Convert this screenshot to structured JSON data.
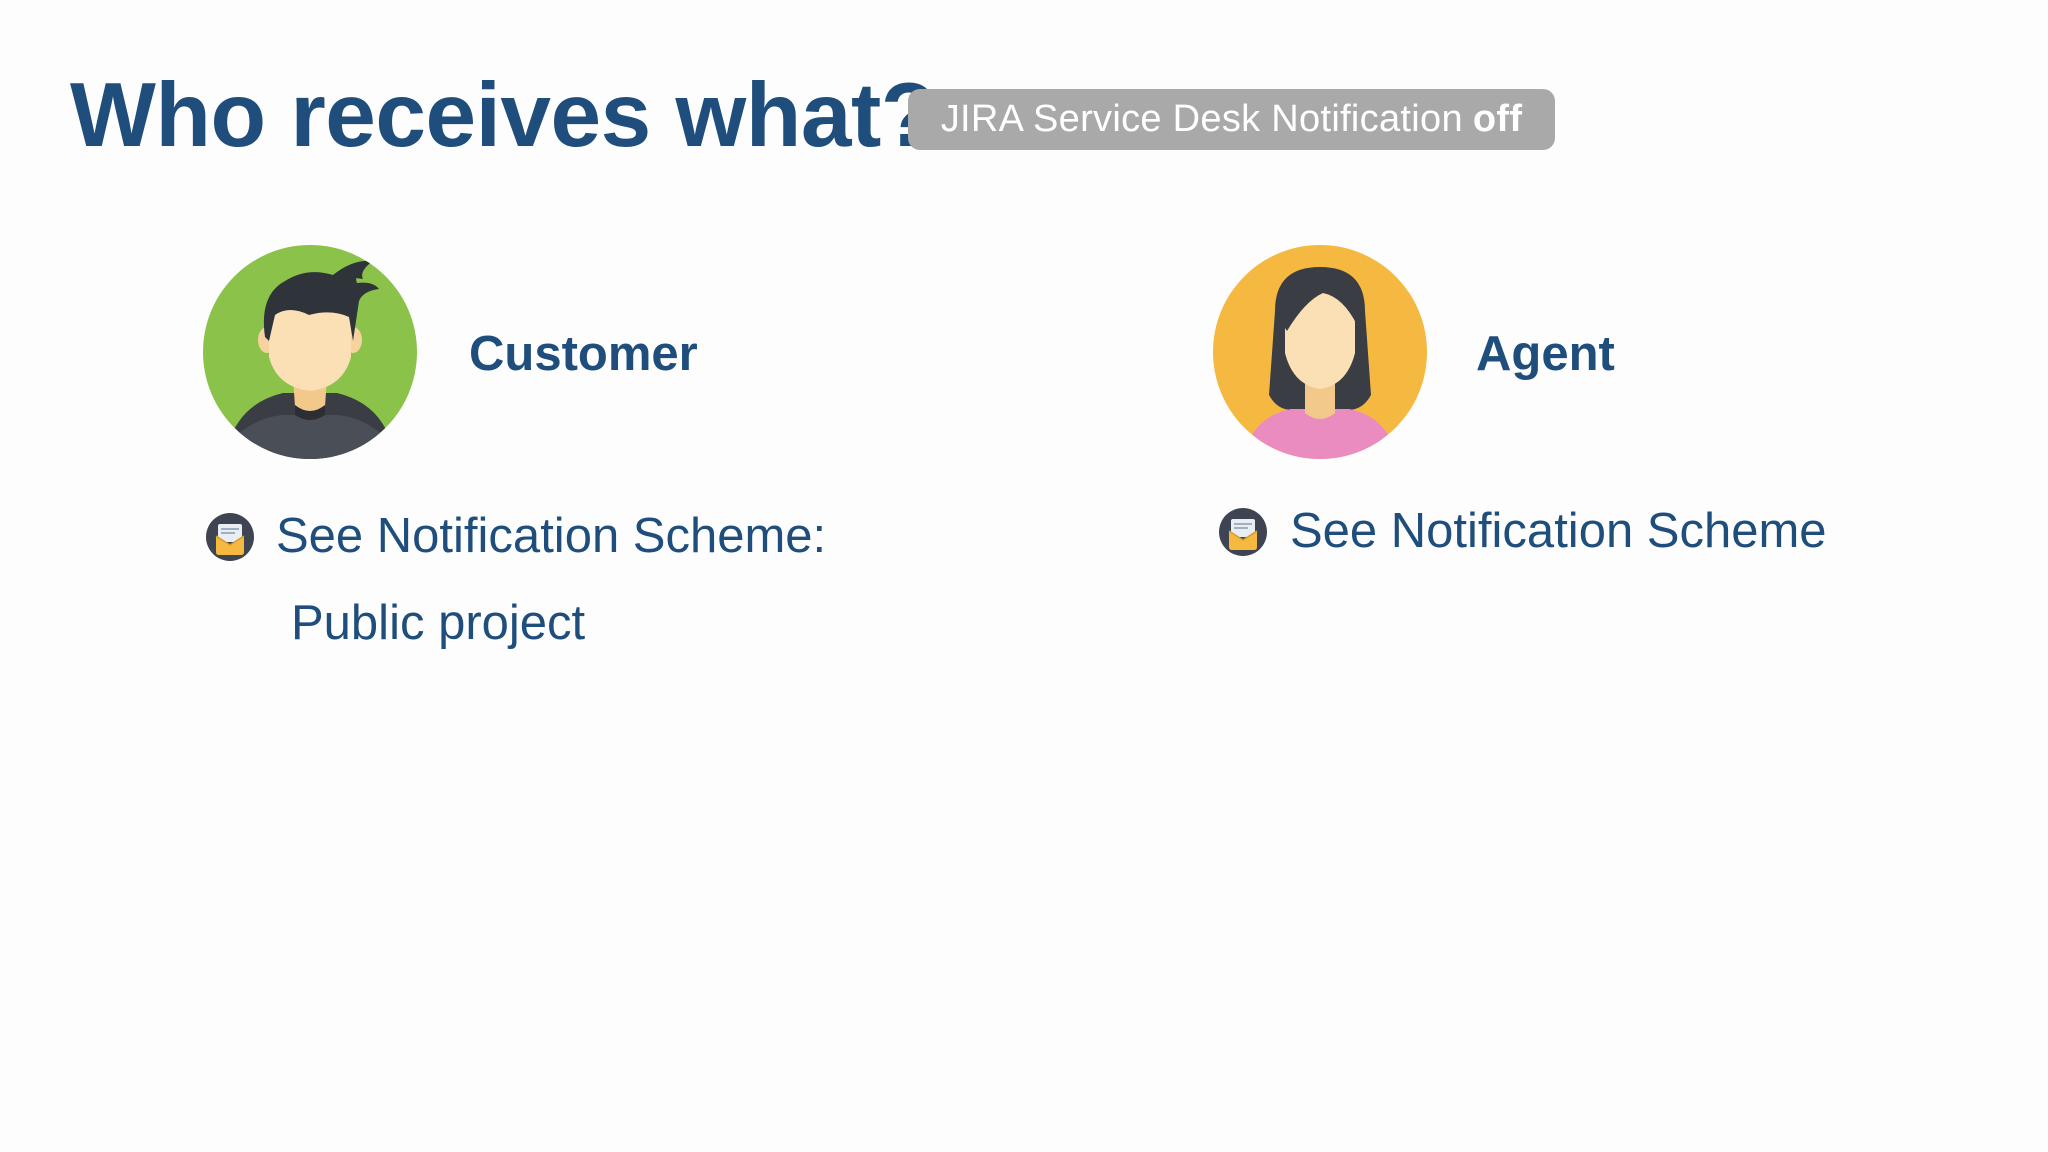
{
  "slide": {
    "title": "Who receives what?",
    "badge": {
      "prefix": "JIRA Service Desk Notification",
      "state": "off"
    }
  },
  "customer": {
    "label": "Customer",
    "avatar_icon": "man-avatar-icon",
    "avatar_color": "#8bc34a",
    "bullet_icon": "envelope-icon",
    "notification_text": "See Notification Scheme:",
    "detail_text": "Public project"
  },
  "agent": {
    "label": "Agent",
    "avatar_icon": "woman-avatar-icon",
    "avatar_color": "#f5b942",
    "bullet_icon": "envelope-icon",
    "notification_text": "See Notification Scheme"
  },
  "colors": {
    "title": "#1f4e7d",
    "badge_bg": "#a9a9a9"
  }
}
